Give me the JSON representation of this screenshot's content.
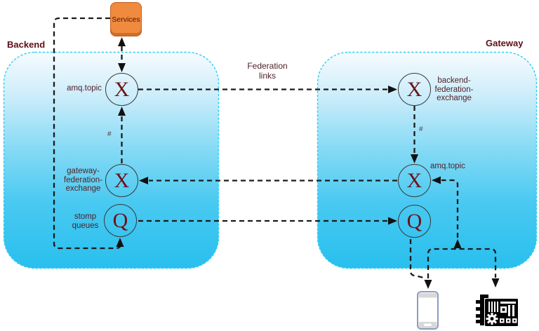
{
  "services": {
    "label": "Services"
  },
  "panels": {
    "backend": {
      "title": "Backend"
    },
    "gateway": {
      "title": "Gateway"
    }
  },
  "federation_label": "Federation\nlinks",
  "nodes": {
    "backend_amq_topic": {
      "label": "amq.topic",
      "glyph": "X"
    },
    "backend_gateway_federation_exchange": {
      "label": "gateway-\nfederation-\nexchange",
      "glyph": "X"
    },
    "backend_stomp_queues": {
      "label": "stomp\nqueues",
      "glyph": "Q"
    },
    "gateway_backend_federation_exchange": {
      "label": "backend-\nfederation-\nexchange",
      "glyph": "X"
    },
    "gateway_amq_topic": {
      "label": "amq.topic",
      "glyph": "X"
    },
    "gateway_stomp_queue": {
      "glyph": "Q"
    }
  },
  "bindings": {
    "backend_hash": "#",
    "gateway_hash": "#"
  },
  "icons": {
    "phone": "smartphone-icon",
    "device": "circuit-board-icon"
  },
  "colors": {
    "panel_border": "#2bd0f6",
    "panel_fill_top": "#f6fbfe",
    "panel_fill_bottom": "#29bfee",
    "services_fill": "#f08a3e",
    "services_border": "#bf6220",
    "label_text": "#4e2228",
    "title_text": "#5c0f17",
    "glyph_text": "#6d1118",
    "connector": "#1b1b1b"
  }
}
